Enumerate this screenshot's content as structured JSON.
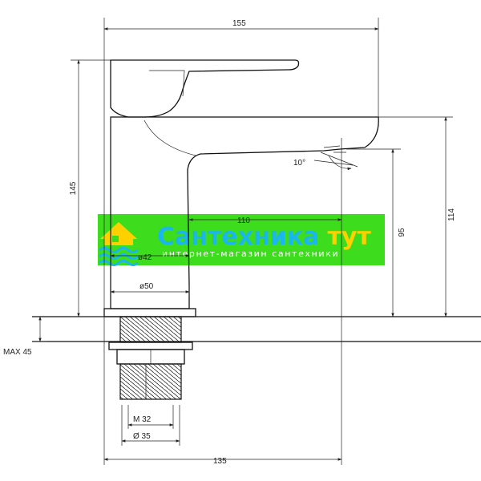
{
  "dimensions": {
    "total_width": "155",
    "total_height": "145",
    "spout_height": "114",
    "spout_clearance": "95",
    "spout_reach": "110",
    "swivel_angle": "10°",
    "base_diameter": "ø50",
    "body_diameter": "ø42",
    "max_thickness": "MAX 45",
    "thread": "M 32",
    "hole_diameter": "Ø 35",
    "base_width": "135"
  },
  "watermark": {
    "title_part1": "Сантехника",
    "title_part2": "тут",
    "subtitle": "интернет-магазин сантехники",
    "colors": {
      "band": "#3ddc1c",
      "title_part1": "#1ab6f0",
      "title_part2": "#ffd000",
      "subtitle": "#ffffff",
      "logo_house": "#ffd000",
      "logo_waves": "#1ab6f0"
    }
  }
}
